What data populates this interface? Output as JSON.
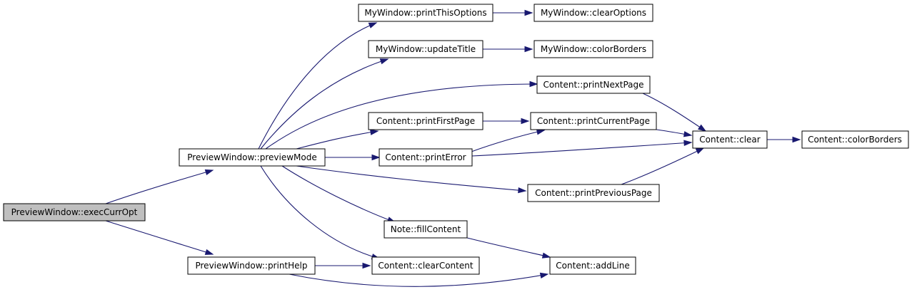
{
  "colors": {
    "edge": "#191970",
    "root_fill": "#bfbfbf",
    "node_fill": "#ffffff",
    "node_border": "#000000"
  },
  "nodes": {
    "exec": "PreviewWindow::execCurrOpt",
    "preview": "PreviewWindow::previewMode",
    "help": "PreviewWindow::printHelp",
    "printThis": "MyWindow::printThisOptions",
    "clearOpt": "MyWindow::clearOptions",
    "updTitle": "MyWindow::updateTitle",
    "myColor": "MyWindow::colorBorders",
    "nextPage": "Content::printNextPage",
    "firstPage": "Content::printFirstPage",
    "currPage": "Content::printCurrentPage",
    "error": "Content::printError",
    "clear": "Content::clear",
    "cColor": "Content::colorBorders",
    "prevPage": "Content::printPreviousPage",
    "fill": "Note::fillContent",
    "clearContent": "Content::clearContent",
    "addLine": "Content::addLine"
  }
}
